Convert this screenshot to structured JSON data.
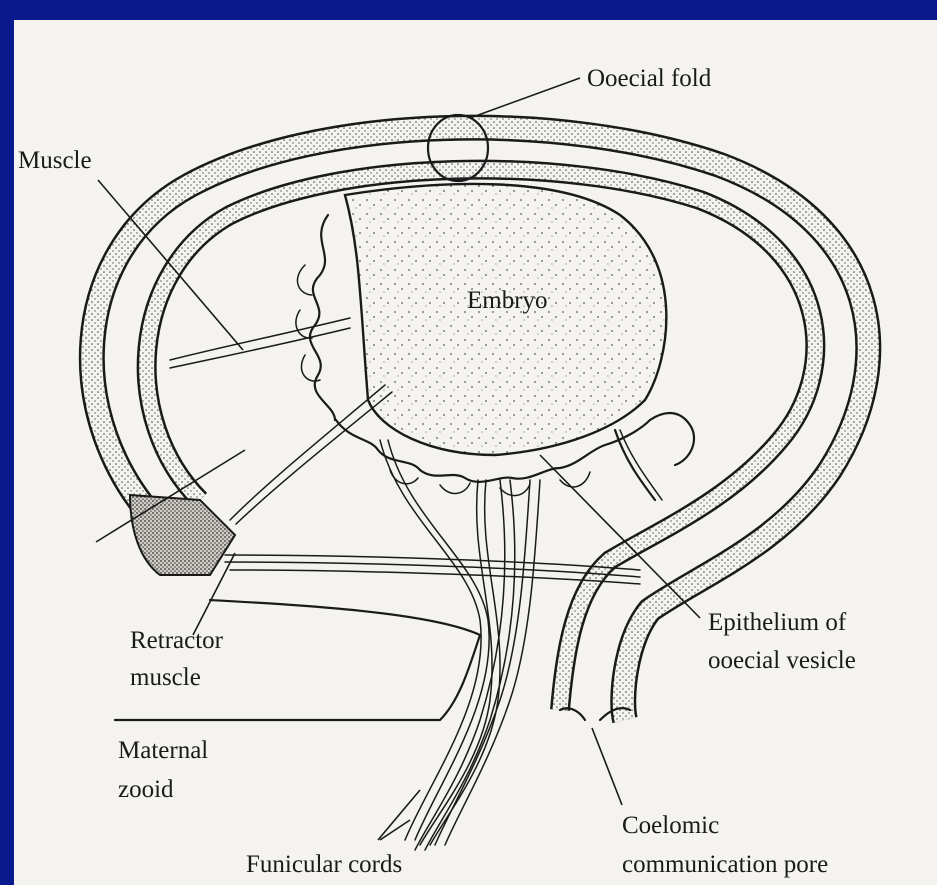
{
  "labels": {
    "ooecial_fold": "Ooecial fold",
    "muscle": "Muscle",
    "embryo": "Embryo",
    "retractor_muscle_1": "Retractor",
    "retractor_muscle_2": "muscle",
    "maternal_zooid_1": "Maternal",
    "maternal_zooid_2": "zooid",
    "epithelium_1": "Epithelium of",
    "epithelium_2": "ooecial vesicle",
    "coelomic_1": "Coelomic",
    "coelomic_2": "communication pore",
    "funicular_cords": "Funicular cords"
  },
  "colors": {
    "frame": "#0a1a8c",
    "paper": "#f4f3ef",
    "ink": "#1a1a1a"
  }
}
